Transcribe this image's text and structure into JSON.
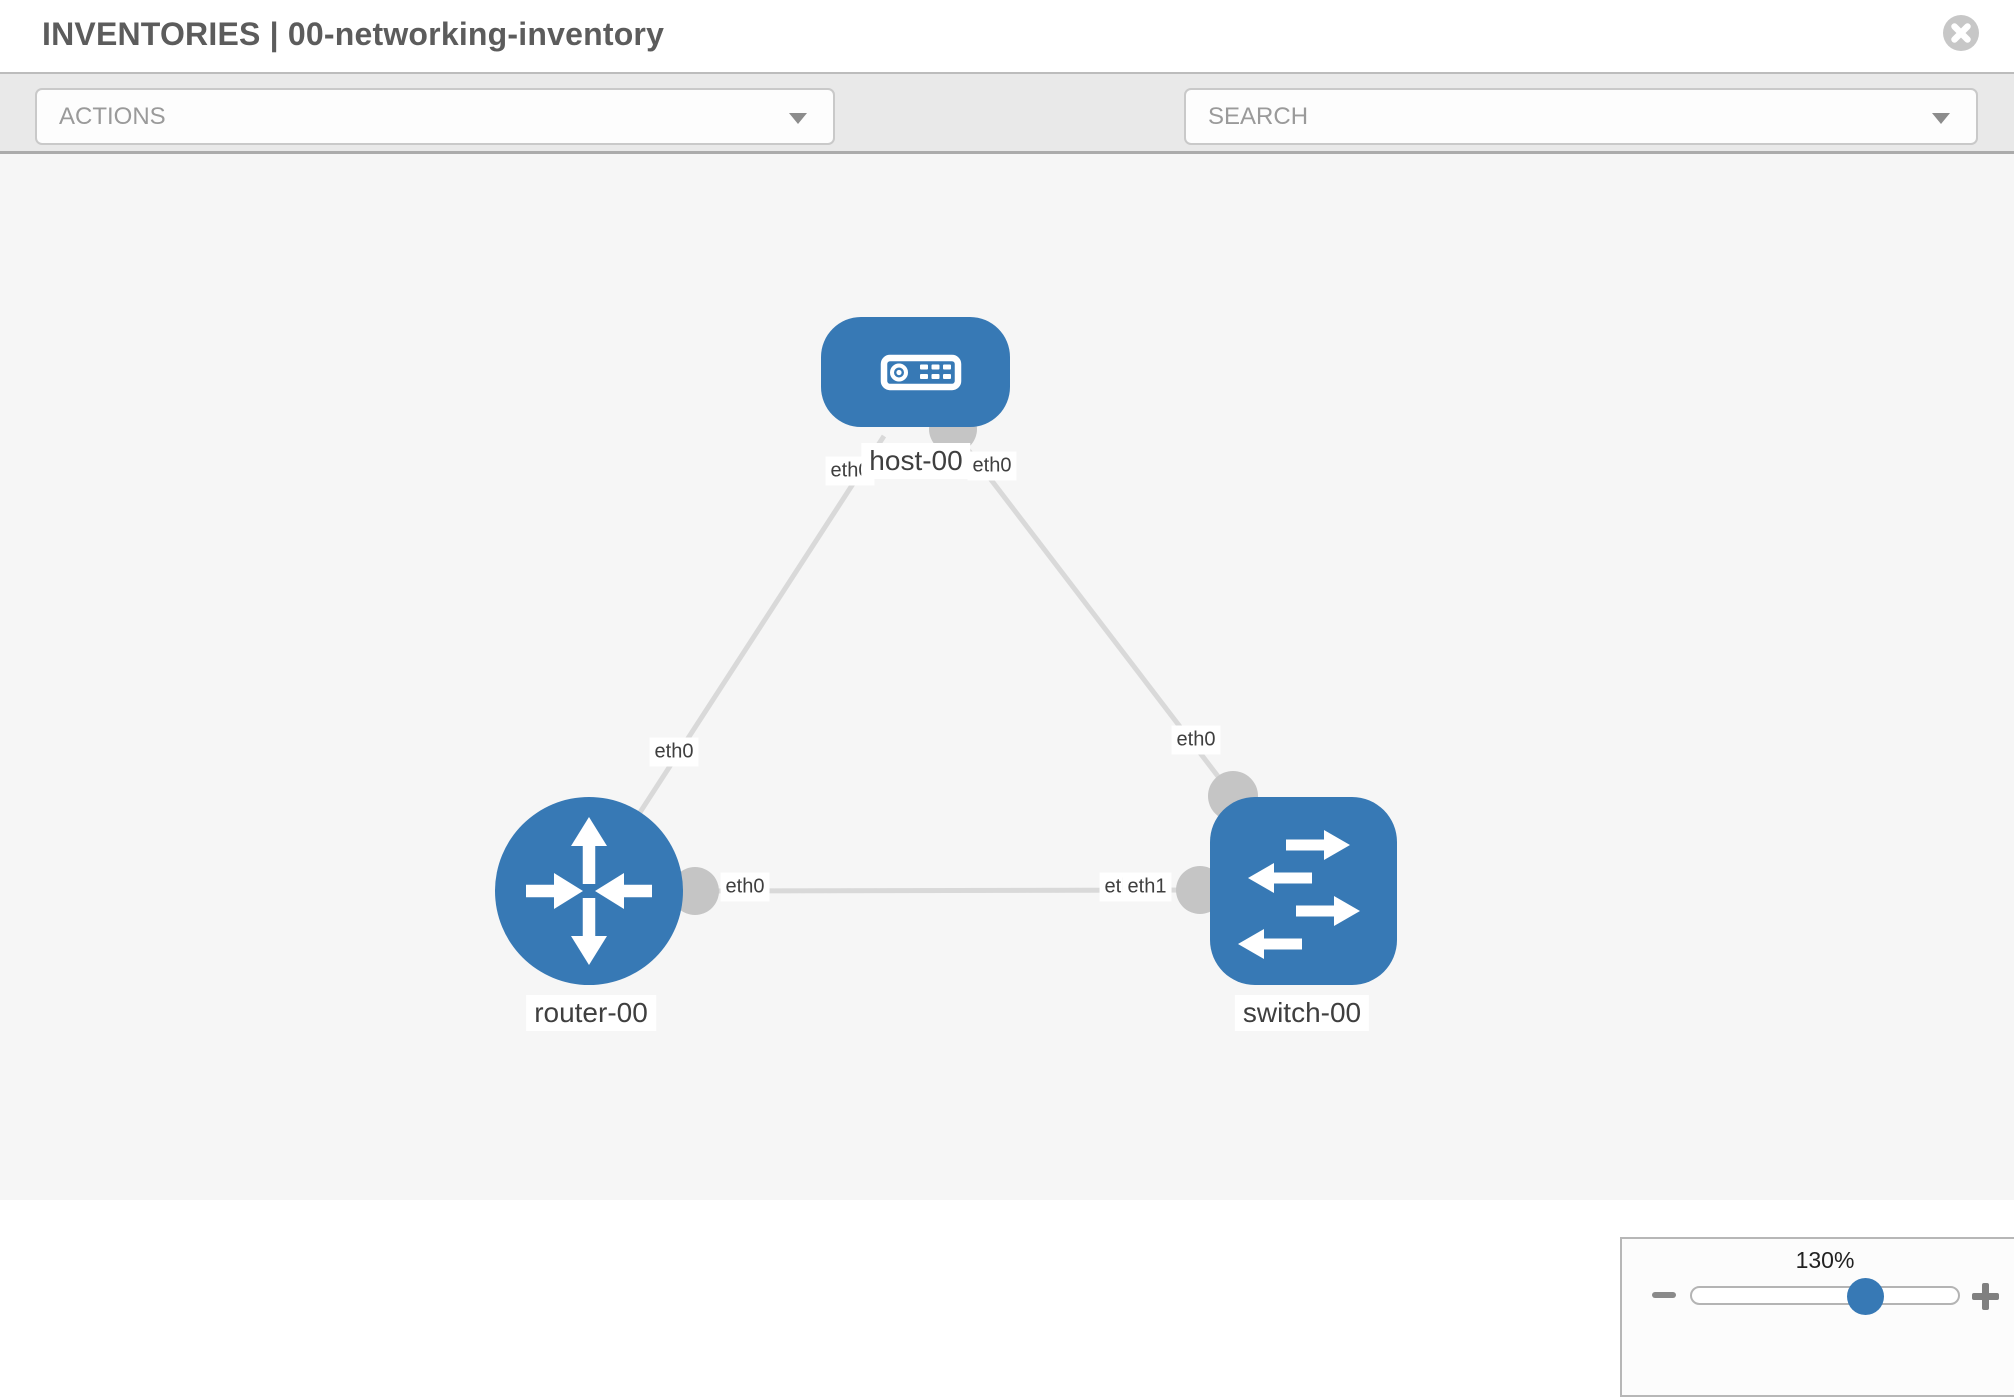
{
  "header": {
    "title": "INVENTORIES | 00-networking-inventory"
  },
  "toolbar": {
    "actions_dropdown": {
      "label": "ACTIONS"
    },
    "search_dropdown": {
      "placeholder": "SEARCH"
    },
    "icons": [
      "wrench-icon",
      "key-icon"
    ]
  },
  "topology": {
    "nodes": [
      {
        "label": "host-00",
        "type": "host"
      },
      {
        "label": "router-00",
        "type": "router"
      },
      {
        "label": "switch-00",
        "type": "switch"
      }
    ],
    "links": [
      {
        "source": "host-00",
        "target": "router-00",
        "source_if": "eth0",
        "target_if": "eth0"
      },
      {
        "source": "host-00",
        "target": "switch-00",
        "source_if": "eth0",
        "target_if": "eth0"
      },
      {
        "source": "router-00",
        "target": "switch-00",
        "source_if": "eth0",
        "target_if": "eth1",
        "target_if_overlapped": "eth0"
      }
    ]
  },
  "zoom_control": {
    "level": "130%"
  },
  "colors": {
    "node_fill": "#3779b5",
    "link": "#d9d9d9",
    "connector": "#c5c5c5",
    "icon_gray": "#848c94",
    "close_gray": "#c7c7c7",
    "knob_blue": "#3779b5"
  }
}
